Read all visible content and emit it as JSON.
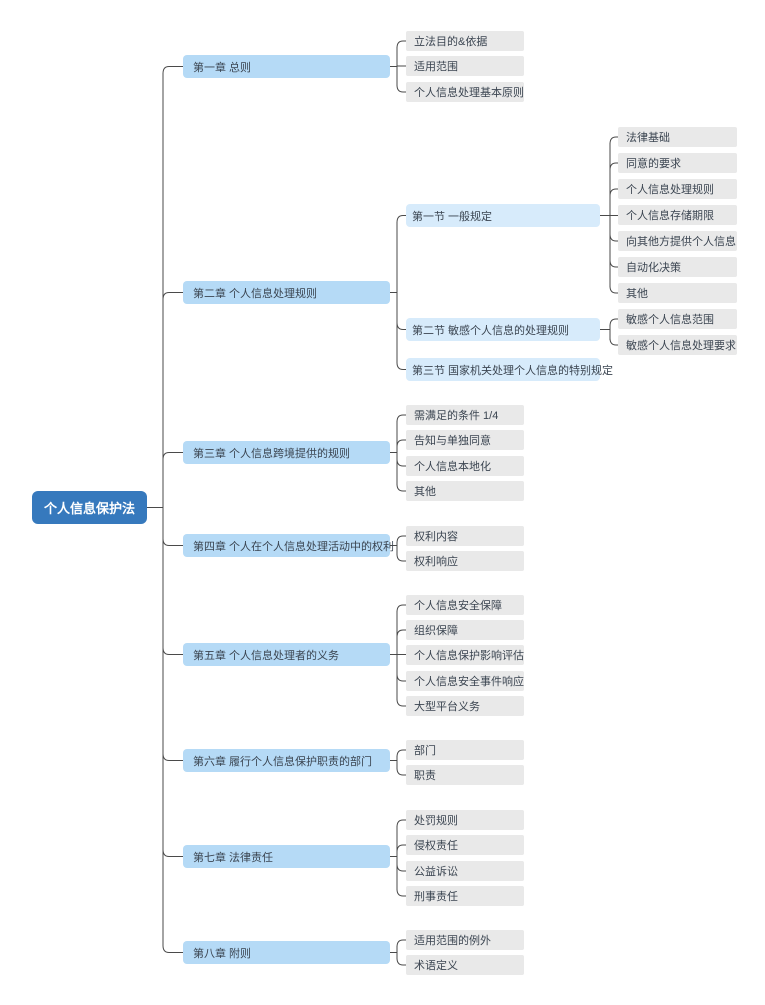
{
  "canvas": {
    "background": "#ffffff"
  },
  "colors": {
    "root_bg": "#3679bd",
    "root_text": "#ffffff",
    "chapter_bg": "#b5daf6",
    "section_bg": "#d7ebfb",
    "leaf_bg": "#e9e9e9",
    "node_text": "#3b4551",
    "connector_line": "#4a4a4a"
  },
  "mindmap": {
    "root": {
      "label": "个人信息保护法"
    },
    "chapters": [
      {
        "label": "第一章 总则",
        "children": [
          "立法目的&依据",
          "适用范围",
          "个人信息处理基本原则"
        ]
      },
      {
        "label": "第二章 个人信息处理规则",
        "sections": [
          {
            "label": "第一节 一般规定",
            "children": [
              "法律基础",
              "同意的要求",
              "个人信息处理规则",
              "个人信息存储期限",
              "向其他方提供个人信息",
              "自动化决策",
              "其他"
            ]
          },
          {
            "label": "第二节 敏感个人信息的处理规则",
            "children": [
              "敏感个人信息范围",
              "敏感个人信息处理要求"
            ]
          },
          {
            "label": "第三节 国家机关处理个人信息的特别规定",
            "children": []
          }
        ]
      },
      {
        "label": "第三章 个人信息跨境提供的规则",
        "children": [
          "需满足的条件 1/4",
          "告知与单独同意",
          "个人信息本地化",
          "其他"
        ]
      },
      {
        "label": "第四章 个人在个人信息处理活动中的权利",
        "children": [
          "权利内容",
          "权利响应"
        ]
      },
      {
        "label": "第五章 个人信息处理者的义务",
        "children": [
          "个人信息安全保障",
          "组织保障",
          "个人信息保护影响评估",
          "个人信息安全事件响应",
          "大型平台义务"
        ]
      },
      {
        "label": "第六章 履行个人信息保护职责的部门",
        "children": [
          "部门",
          "职责"
        ]
      },
      {
        "label": "第七章 法律责任",
        "children": [
          "处罚规则",
          "侵权责任",
          "公益诉讼",
          "刑事责任"
        ]
      },
      {
        "label": "第八章 附则",
        "children": [
          "适用范围的例外",
          "术语定义"
        ]
      }
    ]
  }
}
